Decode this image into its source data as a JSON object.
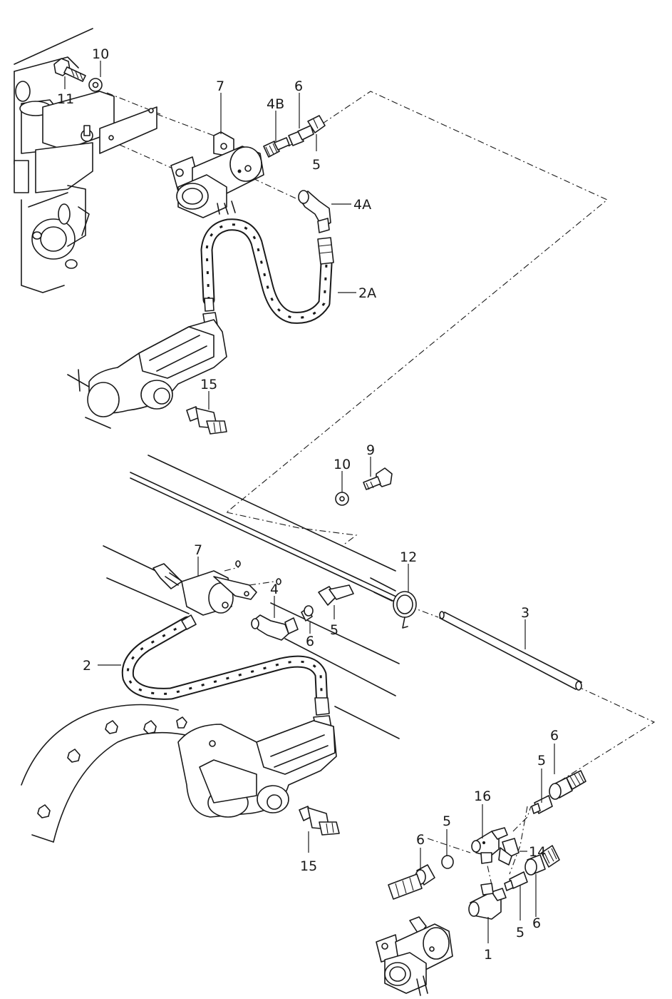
{
  "labels": {
    "p11": "11",
    "p10_top": "10",
    "p7_top": "7",
    "p4B": "4B",
    "p6_top": "6",
    "p5_top": "5",
    "p4A": "4A",
    "p2A": "2A",
    "p15_top": "15",
    "p9": "9",
    "p10_mid": "10",
    "p7_mid": "7",
    "p12": "12",
    "p4": "4",
    "p5_mid": "5",
    "p6_mid": "6",
    "p3": "3",
    "p2": "2",
    "p15_bot": "15",
    "p6_r1": "6",
    "p5_r1": "5",
    "p16": "16",
    "p5_r2": "5",
    "p6_r2": "6",
    "p14": "14",
    "p5_r3": "5",
    "p6_r3": "6",
    "p1": "1"
  }
}
